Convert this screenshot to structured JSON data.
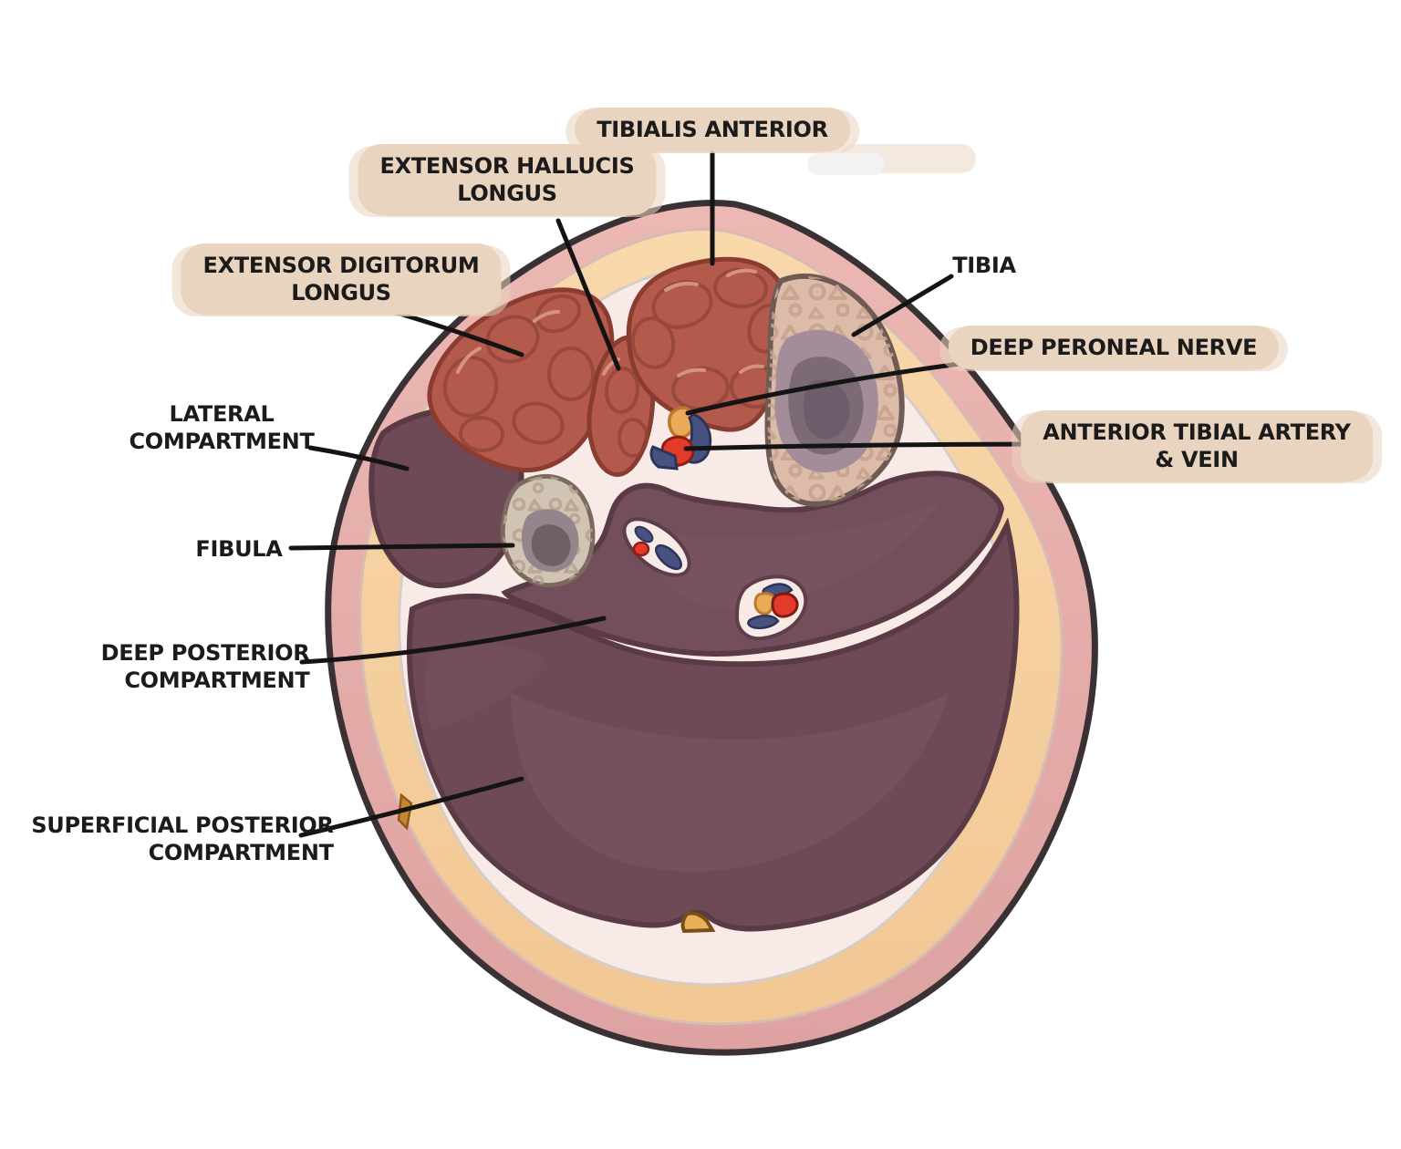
{
  "figure": {
    "kind": "hand-drawn anatomical cross-section of the lower leg with labeled fascial compartments"
  },
  "labels": {
    "tibialis_anterior": {
      "lines": [
        "TIBIALIS ANTERIOR"
      ],
      "highlighted": true
    },
    "extensor_hallucis_longus": {
      "lines": [
        "EXTENSOR HALLUCIS",
        "LONGUS"
      ],
      "highlighted": true
    },
    "extensor_digitorum_longus": {
      "lines": [
        "EXTENSOR DIGITORUM",
        "LONGUS"
      ],
      "highlighted": true
    },
    "tibia": {
      "lines": [
        "TIBIA"
      ],
      "highlighted": false
    },
    "deep_peroneal_nerve": {
      "lines": [
        "DEEP PERONEAL NERVE"
      ],
      "highlighted": true
    },
    "anterior_tibial_artery_vein": {
      "lines": [
        "ANTERIOR TIBIAL ARTERY",
        "& VEIN"
      ],
      "highlighted": true
    },
    "lateral_compartment": {
      "lines": [
        "LATERAL",
        "COMPARTMENT"
      ],
      "highlighted": false
    },
    "fibula": {
      "lines": [
        "FIBULA"
      ],
      "highlighted": false
    },
    "deep_posterior_compartment": {
      "lines": [
        "DEEP POSTERIOR",
        "COMPARTMENT"
      ],
      "highlighted": false
    },
    "superficial_posterior_compartment": {
      "lines": [
        "SUPERFICIAL POSTERIOR",
        "COMPARTMENT"
      ],
      "highlighted": false
    }
  },
  "colors": {
    "background": "#ffffff",
    "skin": "#e7aeaa",
    "subcutaneous_fat": "#f7d0a0",
    "fascia": "#f8ebe7",
    "anterior_muscle": "#b45a4c",
    "anterior_muscle_outline": "#8a3c31",
    "compartment_mauve": "#6d4a56",
    "compartment_outline": "#5a3a44",
    "tibia_cortex": "#dcbba9",
    "bone_medulla": "#7c6a77",
    "fibula_cortex": "#d2c4b4",
    "nerve_orange": "#ecaa58",
    "artery_red": "#e33b2a",
    "vein_navy": "#475281",
    "label_highlight": "#e9d4bf",
    "label_text": "#1b1b1b",
    "leader_line": "#141414"
  }
}
